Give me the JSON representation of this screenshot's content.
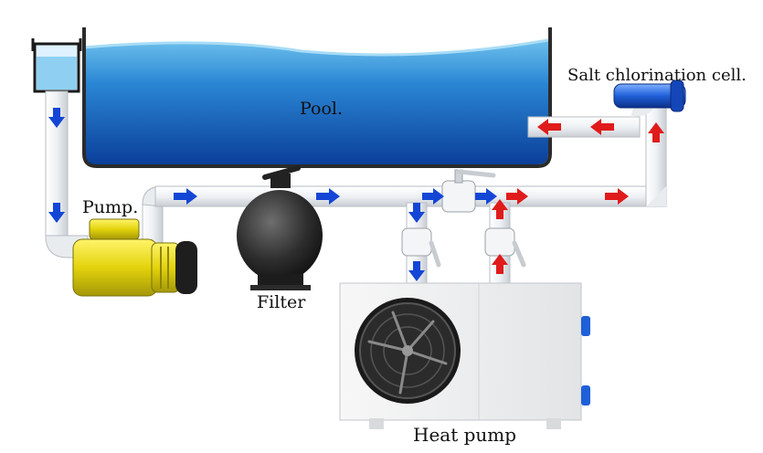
{
  "labels": {
    "pool": "Pool.",
    "salt_cell": "Salt chlorination cell.",
    "pump": "Pump.",
    "filter": "Filter",
    "heat_pump": "Heat pump"
  },
  "colors": {
    "water_top": "#5fb6e6",
    "water_bottom": "#0b3f9a",
    "cold_flow_arrow": "#1446d6",
    "hot_flow_arrow": "#e01b1b",
    "pump_body": "#e8dc10",
    "filter_tank": "#2a2a2a",
    "pipe": "#eceff2",
    "heat_pump_case": "#f2f2f2",
    "salt_cell": "#1f5fd8"
  },
  "icons": {
    "fan": "fan-icon"
  }
}
